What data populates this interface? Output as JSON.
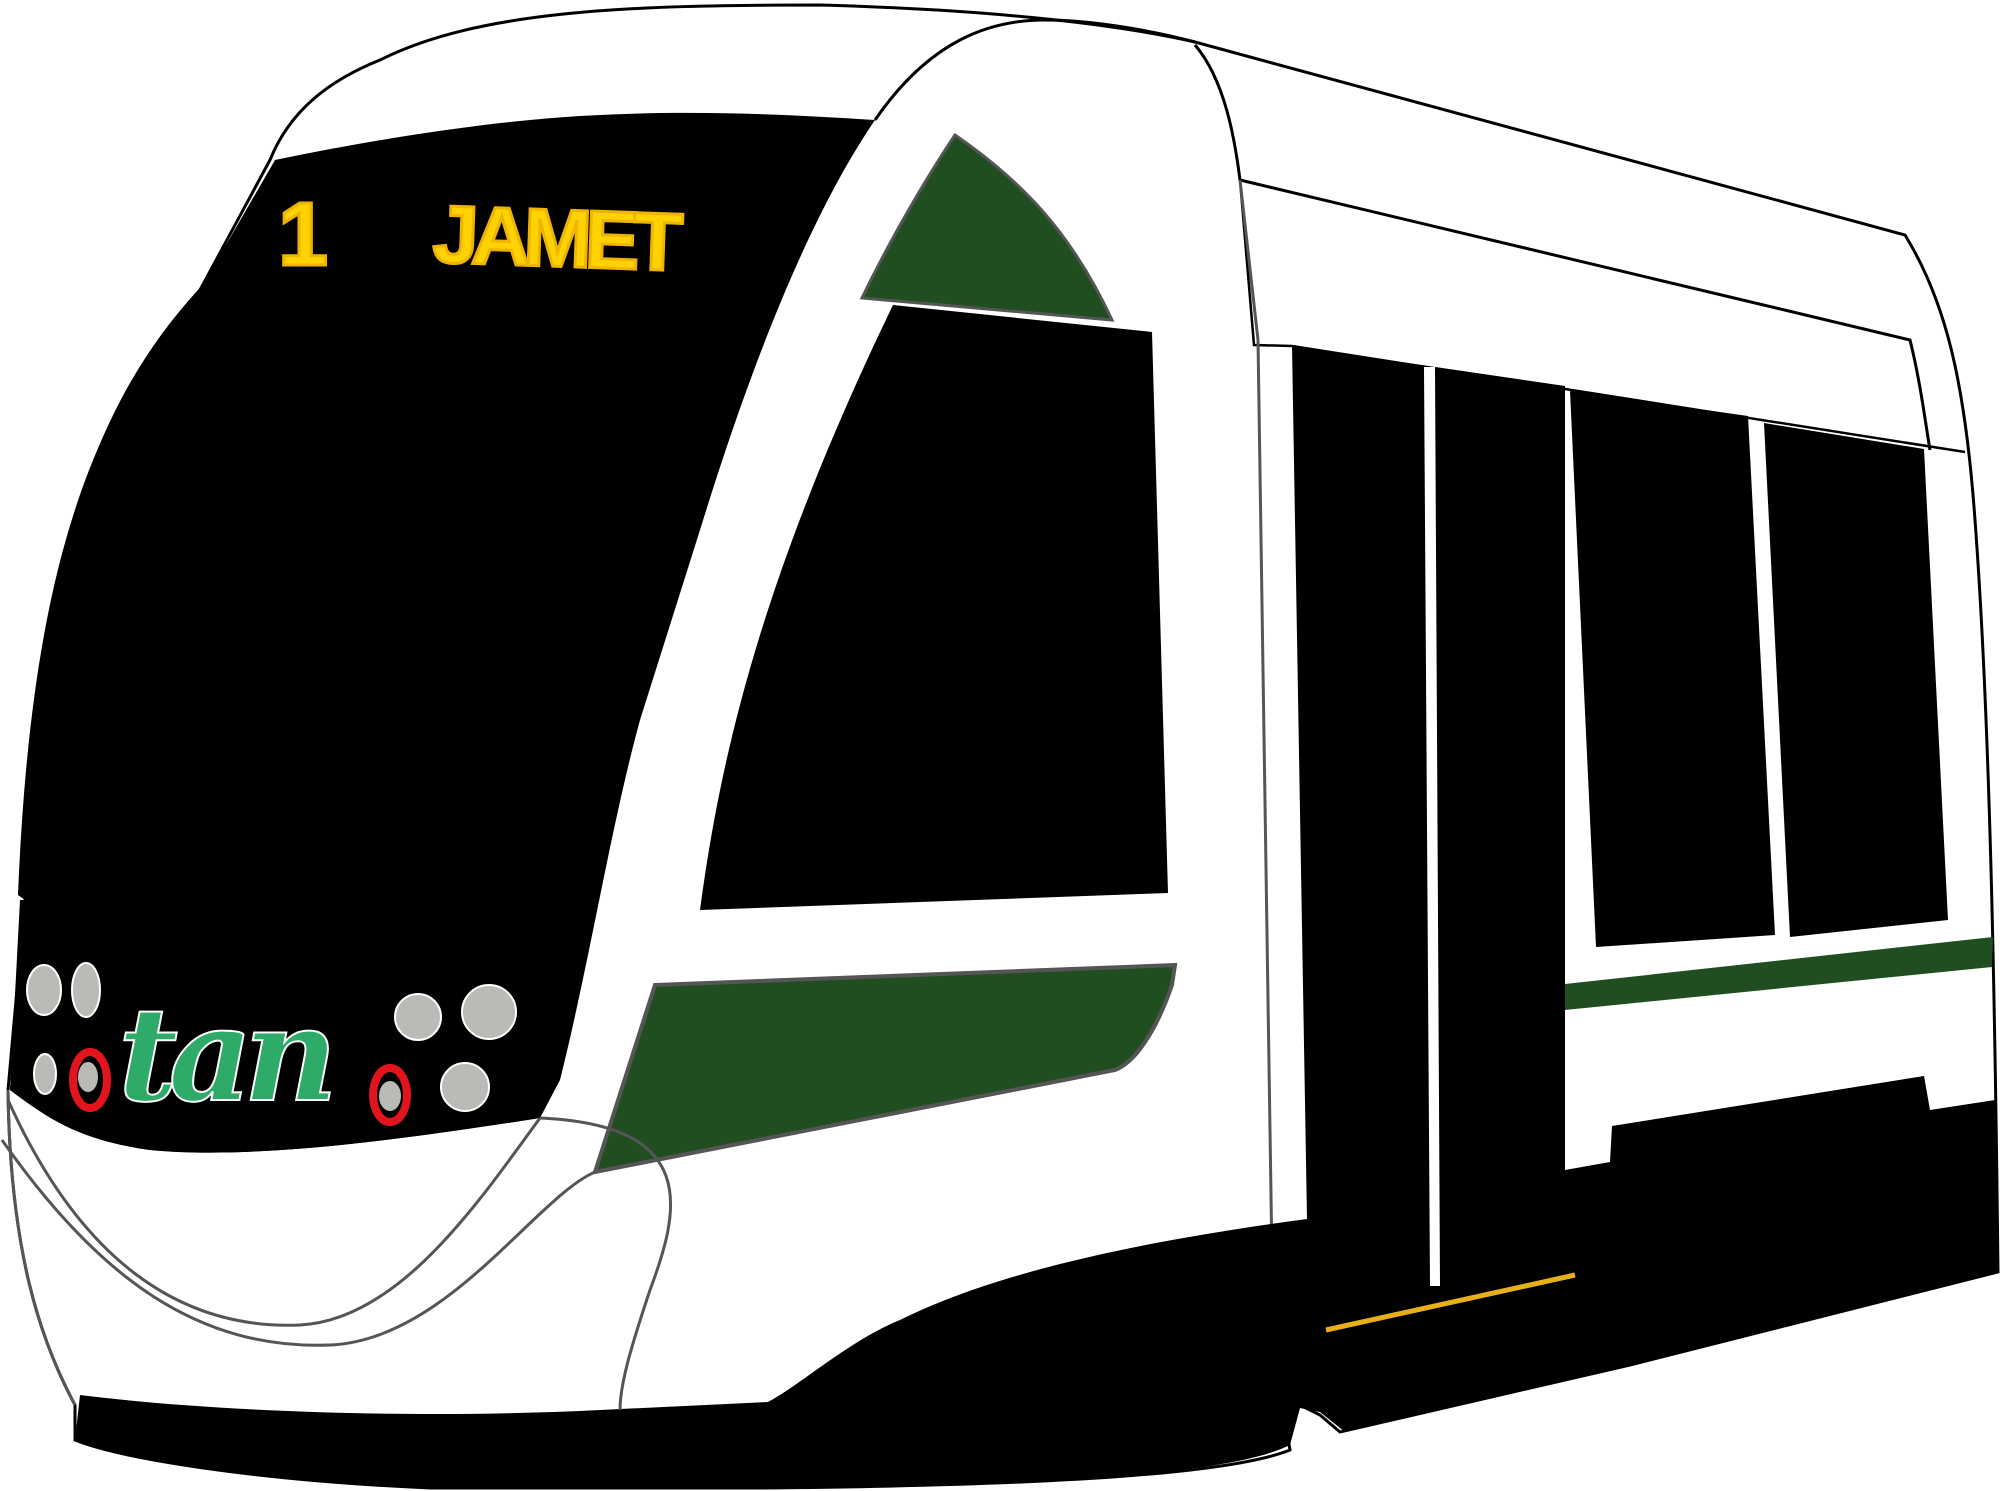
{
  "destination_sign": {
    "route_number": "1",
    "destination": "JAMET"
  },
  "logo": {
    "text": "tan"
  },
  "colors": {
    "body": "#ffffff",
    "glass": "#000000",
    "accent_green": "#214e20",
    "logo_green": "#2eab69",
    "logo_light_green": "#82d26a",
    "sign_yellow": "#ffd200",
    "lamp_grey": "#b9bbb6",
    "lamp_red": "#e3141d",
    "step_yellow": "#e8b018"
  }
}
